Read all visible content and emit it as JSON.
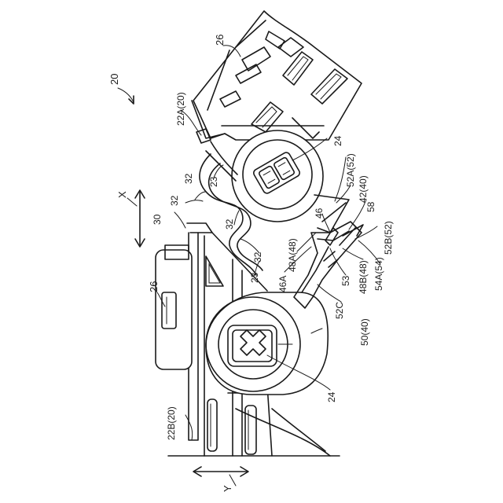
{
  "labels": {
    "fig": "20",
    "x_axis": "X",
    "y_axis": "Y",
    "l26_top": "26",
    "l26_left": "26",
    "l22a": "22A(20)",
    "l22b": "22B(20)",
    "l24_top": "24",
    "l24_bottom": "24",
    "l52a": "52A(52)",
    "l42": "42(40)",
    "l58": "58",
    "l52b": "52B(52)",
    "l46": "46",
    "l48a": "48A(48)",
    "l46a": "46A",
    "l53": "53",
    "l48b": "48B(48)",
    "l54a": "54A(54)",
    "l52c": "52C",
    "l50": "50(40)",
    "l30": "30",
    "l23_top": "23",
    "l23_bottom": "23",
    "l32_a": "32",
    "l32_b": "32",
    "l32_c": "32",
    "l32_d": "32"
  }
}
